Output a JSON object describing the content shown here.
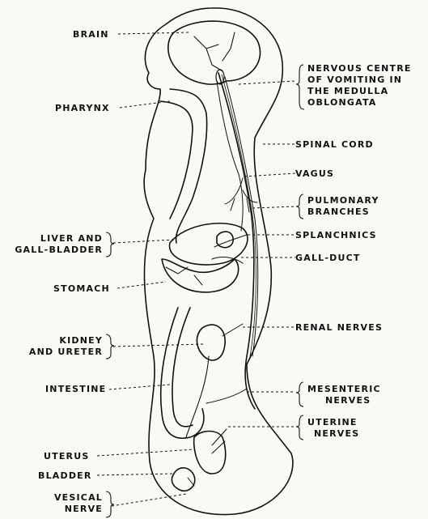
{
  "diagram": {
    "labels_left": {
      "brain": "BRAIN",
      "pharynx": "PHARYNX",
      "liver_1": "LIVER AND",
      "liver_2": "GALL-BLADDER",
      "stomach": "STOMACH",
      "kidney_1": "KIDNEY",
      "kidney_2": "AND URETER",
      "intestine": "INTESTINE",
      "uterus": "UTERUS",
      "bladder": "BLADDER",
      "vesical_1": "VESICAL",
      "vesical_2": "NERVE"
    },
    "labels_right": {
      "nervous_1": "NERVOUS CENTRE",
      "nervous_2": "OF VOMITING IN",
      "nervous_3": "THE MEDULLA",
      "nervous_4": "OBLONGATA",
      "spinal": "SPINAL CORD",
      "vagus": "VAGUS",
      "pulmonary_1": "PULMONARY",
      "pulmonary_2": "BRANCHES",
      "splanchnics": "SPLANCHNICS",
      "gall_duct": "GALL-DUCT",
      "renal": "RENAL NERVES",
      "mesenteric_1": "MESENTERIC",
      "mesenteric_2": "NERVES",
      "uterine_1": "UTERINE",
      "uterine_2": "NERVES"
    }
  }
}
